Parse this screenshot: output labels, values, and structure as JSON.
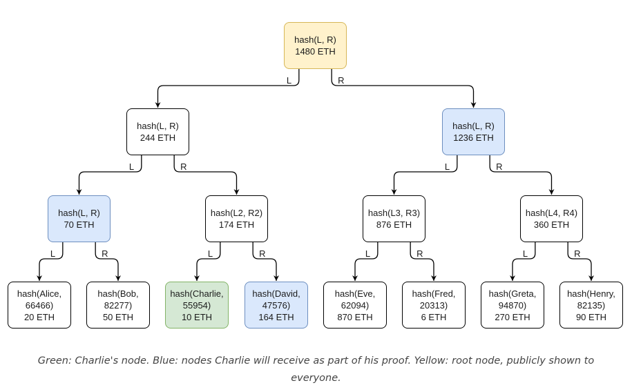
{
  "nodes": [
    {
      "id": "root",
      "lines": [
        "hash(L, R)",
        "1480 ETH"
      ],
      "color": "yellow"
    },
    {
      "id": "l1",
      "lines": [
        "hash(L, R)",
        "244 ETH"
      ],
      "color": "white"
    },
    {
      "id": "r1",
      "lines": [
        "hash(L, R)",
        "1236 ETH"
      ],
      "color": "blue"
    },
    {
      "id": "l2a",
      "lines": [
        "hash(L, R)",
        "70 ETH"
      ],
      "color": "blue"
    },
    {
      "id": "l2b",
      "lines": [
        "hash(L2, R2)",
        "174 ETH"
      ],
      "color": "white"
    },
    {
      "id": "l2c",
      "lines": [
        "hash(L3, R3)",
        "876 ETH"
      ],
      "color": "white"
    },
    {
      "id": "l2d",
      "lines": [
        "hash(L4, R4)",
        "360 ETH"
      ],
      "color": "white"
    },
    {
      "id": "alice",
      "lines": [
        "hash(Alice,",
        "66466)",
        "20 ETH"
      ],
      "color": "white"
    },
    {
      "id": "bob",
      "lines": [
        "hash(Bob,",
        "82277)",
        "50 ETH"
      ],
      "color": "white"
    },
    {
      "id": "charlie",
      "lines": [
        "hash(Charlie,",
        "55954)",
        "10 ETH"
      ],
      "color": "green"
    },
    {
      "id": "david",
      "lines": [
        "hash(David,",
        "47576)",
        "164 ETH"
      ],
      "color": "blue"
    },
    {
      "id": "eve",
      "lines": [
        "hash(Eve,",
        "62094)",
        "870 ETH"
      ],
      "color": "white"
    },
    {
      "id": "fred",
      "lines": [
        "hash(Fred,",
        "20313)",
        "6 ETH"
      ],
      "color": "white"
    },
    {
      "id": "greta",
      "lines": [
        "hash(Greta,",
        "94870)",
        "270 ETH"
      ],
      "color": "white"
    },
    {
      "id": "henry",
      "lines": [
        "hash(Henry,",
        "82135)",
        "90 ETH"
      ],
      "color": "white"
    }
  ],
  "edges": [
    {
      "from": "root",
      "to": "l1",
      "label": "L"
    },
    {
      "from": "root",
      "to": "r1",
      "label": "R"
    },
    {
      "from": "l1",
      "to": "l2a",
      "label": "L"
    },
    {
      "from": "l1",
      "to": "l2b",
      "label": "R"
    },
    {
      "from": "r1",
      "to": "l2c",
      "label": "L"
    },
    {
      "from": "r1",
      "to": "l2d",
      "label": "R"
    },
    {
      "from": "l2a",
      "to": "alice",
      "label": "L"
    },
    {
      "from": "l2a",
      "to": "bob",
      "label": "R"
    },
    {
      "from": "l2b",
      "to": "charlie",
      "label": "L"
    },
    {
      "from": "l2b",
      "to": "david",
      "label": "R"
    },
    {
      "from": "l2c",
      "to": "eve",
      "label": "L"
    },
    {
      "from": "l2c",
      "to": "fred",
      "label": "R"
    },
    {
      "from": "l2d",
      "to": "greta",
      "label": "L"
    },
    {
      "from": "l2d",
      "to": "henry",
      "label": "R"
    }
  ],
  "caption": "Green: Charlie's node. Blue: nodes Charlie will receive as part of his proof. Yellow: root node, publicly shown to everyone."
}
